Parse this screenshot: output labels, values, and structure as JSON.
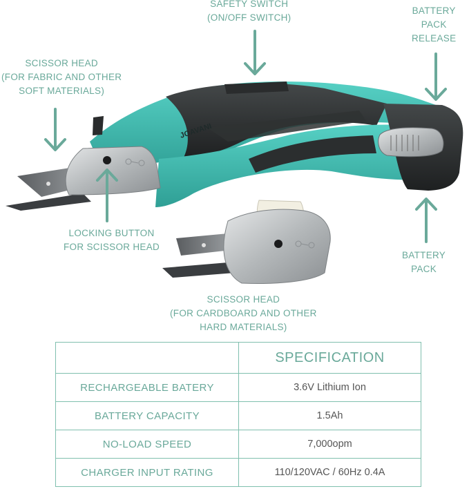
{
  "labels": {
    "safety_switch": [
      "SAFETY SWITCH",
      "(ON/OFF SWITCH)"
    ],
    "battery_release": [
      "BATTERY",
      "PACK",
      "RELEASE"
    ],
    "scissor_head_soft": [
      "SCISSOR HEAD",
      "(FOR FABRIC AND OTHER",
      "SOFT MATERIALS)"
    ],
    "locking_button": [
      "LOCKING BUTTON",
      "FOR SCISSOR HEAD"
    ],
    "battery_pack": [
      "BATTERY",
      "PACK"
    ],
    "scissor_head_hard": [
      "SCISSOR HEAD",
      "(FOR CARDBOARD AND OTHER",
      "HARD MATERIALS)"
    ]
  },
  "brand": "JOAVANI",
  "table": {
    "header": "SPECIFICATION",
    "rows": [
      {
        "name": "RECHARGEABLE BATERY",
        "value": "3.6V Lithium Ion"
      },
      {
        "name": "BATTERY CAPACITY",
        "value": "1.5Ah"
      },
      {
        "name": "NO-LOAD SPEED",
        "value": "7,000opm"
      },
      {
        "name": "CHARGER INPUT RATING",
        "value": "110/120VAC / 60Hz 0.4A"
      }
    ]
  },
  "colors": {
    "accent": "#6aa99a",
    "tool_teal": "#3fbfb2",
    "tool_dark": "#2f3233",
    "metal": "#b9bcbe"
  }
}
